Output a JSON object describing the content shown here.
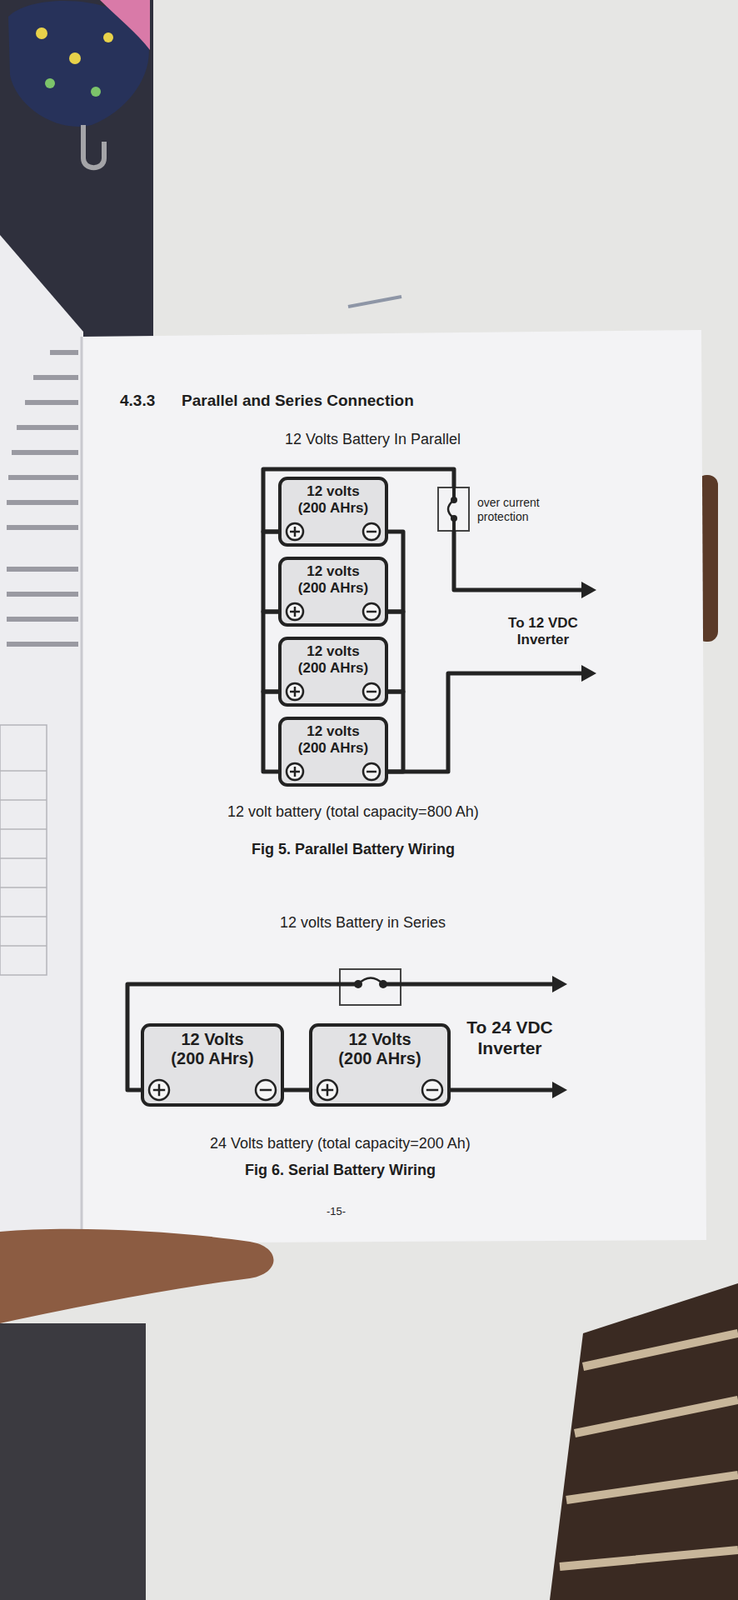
{
  "diagram": {
    "title": "Parallel and Series Connection",
    "nodes": [
      {
        "text": [
          "12 volts (200 AHrs)"
        ]
      },
      {
        "text": [
          "12 volts (200 AHrs)"
        ]
      },
      {
        "text": [
          "12 volts (200 AHrs)"
        ]
      },
      {
        "text": [
          "12 volts (200 AHrs)"
        ]
      },
      {
        "text": [
          "12 Volts (200 AHrs)"
        ]
      },
      {
        "text": [
          "12 Volts (200 AHrs)"
        ]
      }
    ],
    "edges": [
      {
        "from": 0,
        "to": 1,
        "arrow": "none"
      },
      {
        "from": 0,
        "to": 1,
        "arrow": "none"
      },
      {
        "from": 1,
        "to": 2,
        "arrow": "none"
      },
      {
        "from": 1,
        "to": 2,
        "arrow": "none"
      },
      {
        "from": 2,
        "to": 3,
        "arrow": "none"
      },
      {
        "from": 2,
        "to": 3,
        "arrow": "none"
      },
      {
        "from": 4,
        "to": 5,
        "arrow": "none"
      }
    ],
    "labels": [
      "4.3.3",
      "12 Volts Battery In Parallel",
      "over current protection",
      "To 12 VDC Inverter",
      "12 volt battery (total capacity=800 Ah)",
      "Fig 5. Parallel Battery Wiring",
      "12 volts Battery in Series",
      "To 24 VDC Inverter",
      "24 Volts battery (total capacity=200 Ah)",
      "Fig 6. Serial Battery Wiring",
      "-15-"
    ]
  }
}
